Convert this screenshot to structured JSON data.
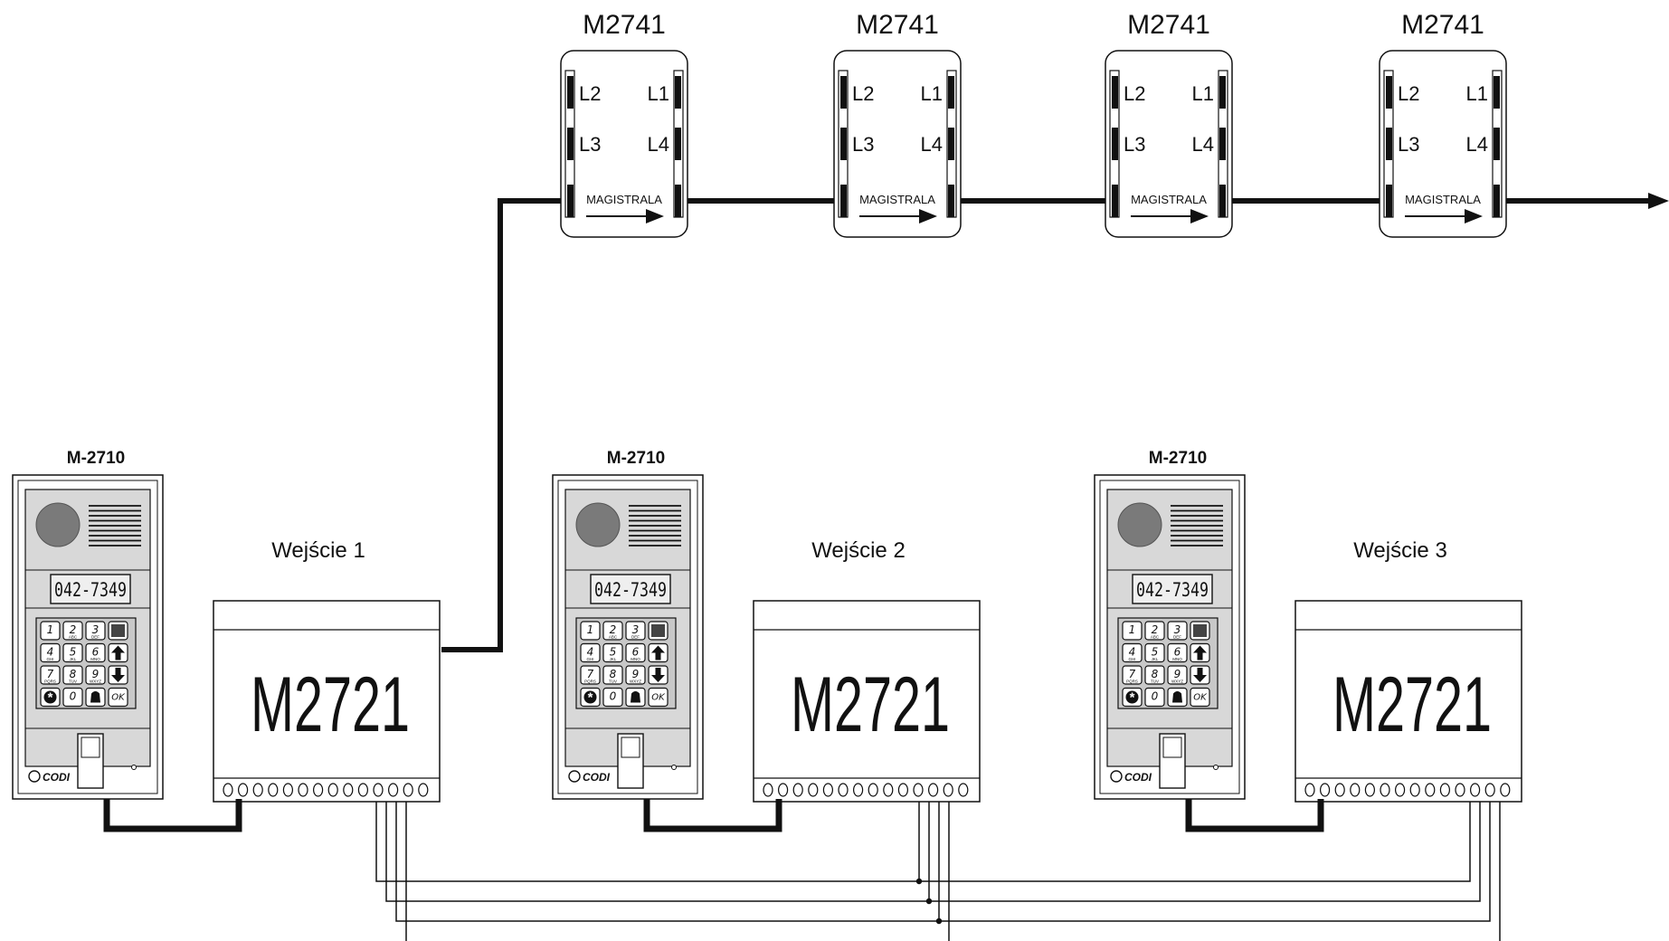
{
  "module_label": "M2741",
  "port_labels": {
    "top_left": "L2",
    "top_right": "L1",
    "mid_left": "L3",
    "mid_right": "L4"
  },
  "bus_label": "MAGISTRALA",
  "panel_model": "M-2710",
  "panel_display": "042-7349",
  "panel_keys": [
    "1",
    "2",
    "3",
    "4",
    "5",
    "6",
    "7",
    "8",
    "9",
    "*",
    "0",
    "OK"
  ],
  "panel_key_letters": [
    "",
    "ABC",
    "DEF",
    "GHI",
    "JKL",
    "MNO",
    "PQRS",
    "TUV",
    "WXYZ"
  ],
  "panel_brand": "CODI",
  "controller_label": "M2721",
  "entrances": [
    {
      "name": "Wejście 1"
    },
    {
      "name": "Wejście 2"
    },
    {
      "name": "Wejście 3"
    }
  ],
  "colors": {
    "line": "#111111",
    "panel_grey": "#d8d8d8",
    "lens": "#7a7a7a"
  }
}
